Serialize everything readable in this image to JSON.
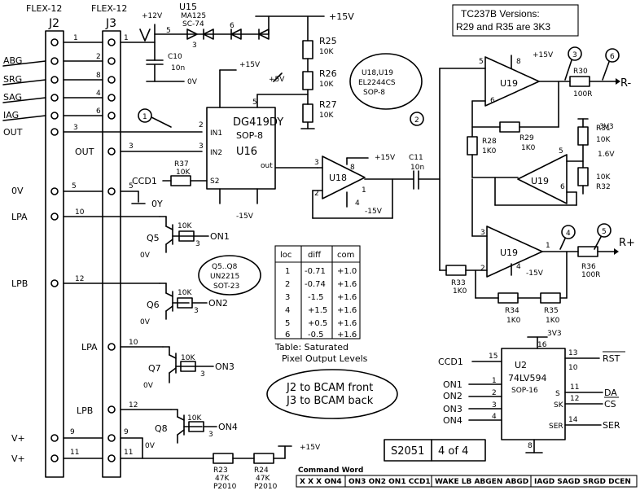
{
  "connectors": {
    "j2_type": "FLEX-12",
    "j3_type": "FLEX-12",
    "j2_name": "J2",
    "j3_name": "J3"
  },
  "version_note": {
    "line1": "TC237B Versions:",
    "line2": "R29 and R35 are 3K3"
  },
  "signals": {
    "abg": "ABG",
    "srg": "SRG",
    "sag": "SAG",
    "iag": "IAG",
    "out_j2": "OUT",
    "out_j3": "OUT",
    "zero_v": "0V",
    "lpa": "LPA",
    "lpb": "LPB",
    "lpa_j3": "LPA",
    "lpb_j3": "LPB",
    "vplus1": "V+",
    "vplus2": "V+",
    "zero_y": "0Y",
    "ccd1_u16": "CCD1",
    "ccd1_u2": "CCD1",
    "r_minus": "R-",
    "r_plus": "R+"
  },
  "pins": {
    "p1": "1",
    "p2": "2",
    "p8": "8",
    "p4": "4",
    "p6": "6",
    "p3": "3",
    "p5": "5",
    "p10": "10",
    "p12": "12",
    "p9": "9",
    "p11": "11"
  },
  "rails": {
    "plus12": "+12V",
    "plus15_top": "+15V",
    "plus15_u16": "+15V",
    "plus5": "+5V",
    "minus15_u16": "-15V",
    "zero_c10": "0V",
    "plus15_u18": "+15V",
    "minus15_u18": "-15V",
    "plus15_u19a": "+15V",
    "minus15_u19b": "-15V",
    "plus15_bottom": "+15V",
    "v3v3_r31": "3V3",
    "v1_6": "1.6V",
    "v3v3_u2": "3V3"
  },
  "parts": {
    "u15": "U15",
    "u15_type": "MA125",
    "u15_pkg": "SC-74",
    "c10": "C10",
    "c10_val": "10n",
    "r25": "R25",
    "r25_val": "10K",
    "r26": "R26",
    "r26_val": "10K",
    "r27": "R27",
    "r27_val": "10K",
    "u16_type": "DG419DY",
    "u16_pkg": "SOP-8",
    "u16": "U16",
    "u16_in1": "IN1",
    "u16_in2": "IN2",
    "u16_s2": "S2",
    "u16_out": "out",
    "r37": "R37",
    "r37_val": "10K",
    "u18": "U18",
    "c11": "C11",
    "c11_val": "10n",
    "opamp_note1": "U18,U19",
    "opamp_note2": "EL2244CS",
    "opamp_note3": "SOP-8",
    "u19a": "U19",
    "u19b": "U19",
    "u19c": "U19",
    "r30": "R30",
    "r30_val": "100R",
    "r29": "R29",
    "r29_val": "1K0",
    "r28": "R28",
    "r28_val": "1K0",
    "r31": "R31",
    "r31_val": "10K",
    "r32": "R32",
    "r32_val": "10K",
    "r33": "R33",
    "r33_val": "1K0",
    "r34": "R34",
    "r34_val": "1K0",
    "r35": "R35",
    "r35_val": "1K0",
    "r36": "R36",
    "r36_val": "100R",
    "q5": "Q5",
    "q6": "Q6",
    "q7": "Q7",
    "q8": "Q8",
    "q_note1": "Q5..Q8",
    "q_note2": "UN2215",
    "q_note3": "SOT-23",
    "r_q5": "10K",
    "r_q6": "10K",
    "r_q7": "10K",
    "r_q8": "10K",
    "on1": "ON1",
    "on2": "ON2",
    "on3": "ON3",
    "on4": "ON4",
    "r23": "R23",
    "r23_val": "47K",
    "r23_pkg": "P2010",
    "r24": "R24",
    "r24_val": "47K",
    "r24_pkg": "P2010",
    "u2": "U2",
    "u2_type": "74LV594",
    "u2_pkg": "SOP-16",
    "u2_rst": "RST",
    "u2_da": "DA",
    "u2_cs": "CS",
    "u2_ser": "SER",
    "u2_on1": "ON1",
    "u2_on2": "ON2",
    "u2_on3": "ON3",
    "u2_on4": "ON4",
    "u2_s": "S",
    "u2_sk": "SK",
    "u2_ser_pin": "SER"
  },
  "circle_labels": [
    "1",
    "2",
    "3",
    "4",
    "5",
    "6"
  ],
  "table": {
    "headers": [
      "loc",
      "diff",
      "com"
    ],
    "rows": [
      [
        "1",
        "-0.71",
        "+1.0"
      ],
      [
        "2",
        "-0.74",
        "+1.6"
      ],
      [
        "3",
        "-1.5",
        "+1.6"
      ],
      [
        "4",
        "+1.5",
        "+1.6"
      ],
      [
        "5",
        "+0.5",
        "+1.6"
      ],
      [
        "6",
        "-0.5",
        "+1.6"
      ]
    ],
    "caption1": "Table: Saturated",
    "caption2": "Pixel Output Levels"
  },
  "bcam_note": {
    "line1": "J2 to BCAM front",
    "line2": "J3 to BCAM back"
  },
  "title_block": {
    "part": "S2051",
    "sheet": "4 of 4"
  },
  "command_word": {
    "title": "Command Word",
    "groups": [
      "X X X ON4",
      "ON3 ON2 ON1 CCD1",
      "WAKE LB ABGEN ABGD",
      "IAGD SAGD SRGD DCEN"
    ]
  },
  "u2_pins": {
    "p15": "15",
    "p1": "1",
    "p2": "2",
    "p3": "3",
    "p4": "4",
    "p16": "16",
    "p13": "13",
    "p10": "10",
    "p11": "11",
    "p12": "12",
    "p14": "14",
    "p8": "8"
  }
}
